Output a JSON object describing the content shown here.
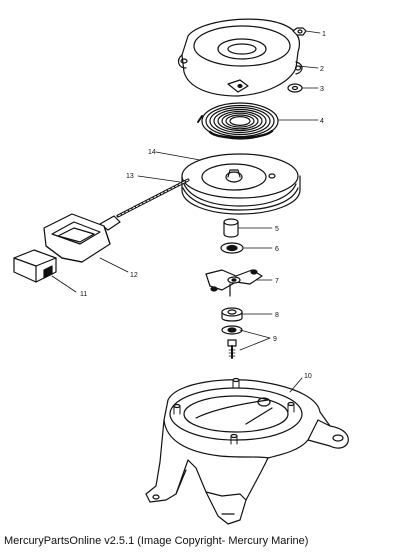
{
  "callouts": {
    "c1": "1",
    "c2": "2",
    "c3": "3",
    "c4": "4",
    "c5": "5",
    "c6": "6",
    "c7": "7",
    "c8": "8",
    "c9": "9",
    "c10": "10",
    "c11": "11",
    "c12": "12",
    "c13": "13",
    "c14": "14"
  },
  "footer": {
    "text": "MercuryPartsOnline v2.5.1 (Image Copyright- Mercury Marine)"
  }
}
